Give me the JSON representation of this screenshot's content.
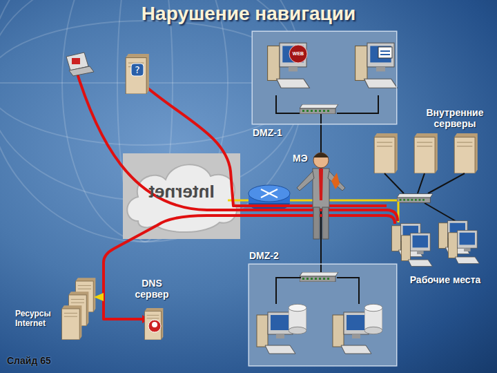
{
  "diagram": {
    "title": "Нарушение навигации",
    "nodes": [
      {
        "text": [
          "DMZ-1"
        ]
      },
      {
        "text": [
          "Internet"
        ]
      },
      {
        "text": [
          "DMZ-2"
        ]
      }
    ],
    "edges": [
      {
        "from": 0,
        "to": 2,
        "arrow": "none"
      }
    ],
    "labels": [
      "Внутренние серверы",
      "МЭ",
      "Рабочие места",
      "DNS сервер",
      "Ресурсы Internet",
      "Слайд 65",
      "WEB"
    ]
  }
}
